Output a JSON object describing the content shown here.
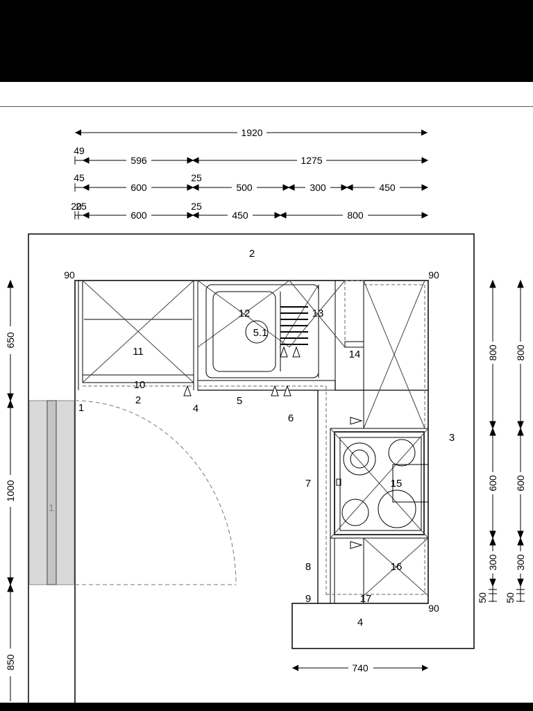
{
  "dimensions": {
    "total_width": "1920",
    "row1": [
      "49",
      "596",
      "1275"
    ],
    "row2": [
      "45",
      "600",
      "25",
      "500",
      "300",
      "450"
    ],
    "row3": [
      "20",
      "25",
      "600",
      "25",
      "450",
      "800"
    ],
    "left": [
      "650",
      "1000",
      "850"
    ],
    "right": [
      "800",
      "600",
      "300",
      "50"
    ],
    "right2": [
      "800",
      "600",
      "300",
      "50"
    ],
    "bottom": "740",
    "corner_left": "90",
    "corner_right": "90",
    "corner_bottom": "90"
  },
  "labels": {
    "wall_top": "2",
    "wall_right": "3",
    "wall_bottom": "4",
    "door": "1",
    "window": "1",
    "n2": "2",
    "n4": "4",
    "n5": "5",
    "n51": "5.1",
    "n6": "6",
    "n7": "7",
    "n8": "8",
    "n9": "9",
    "n10": "10",
    "n11": "11",
    "n12": "12",
    "n13": "13",
    "n14": "14",
    "n15": "15",
    "n16": "16",
    "n17": "17"
  }
}
